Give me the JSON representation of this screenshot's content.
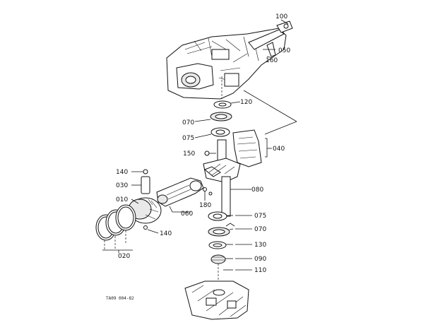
{
  "callouts": [
    {
      "id": "100",
      "text": "100"
    },
    {
      "id": "050",
      "text": "050"
    },
    {
      "id": "160",
      "text": "160"
    },
    {
      "id": "120",
      "text": "120"
    },
    {
      "id": "070a",
      "text": "070"
    },
    {
      "id": "075a",
      "text": "075"
    },
    {
      "id": "040",
      "text": "040"
    },
    {
      "id": "150",
      "text": "150"
    },
    {
      "id": "140a",
      "text": "140"
    },
    {
      "id": "030",
      "text": "030"
    },
    {
      "id": "010",
      "text": "010"
    },
    {
      "id": "080a",
      "text": "080"
    },
    {
      "id": "180",
      "text": "180"
    },
    {
      "id": "060",
      "text": "060"
    },
    {
      "id": "075b",
      "text": "075"
    },
    {
      "id": "070b",
      "text": "070"
    },
    {
      "id": "140b",
      "text": "140"
    },
    {
      "id": "020",
      "text": "020"
    },
    {
      "id": "130",
      "text": "130"
    },
    {
      "id": "090",
      "text": "090"
    },
    {
      "id": "110",
      "text": "110"
    }
  ],
  "drawing_code": "TA09 004-82"
}
